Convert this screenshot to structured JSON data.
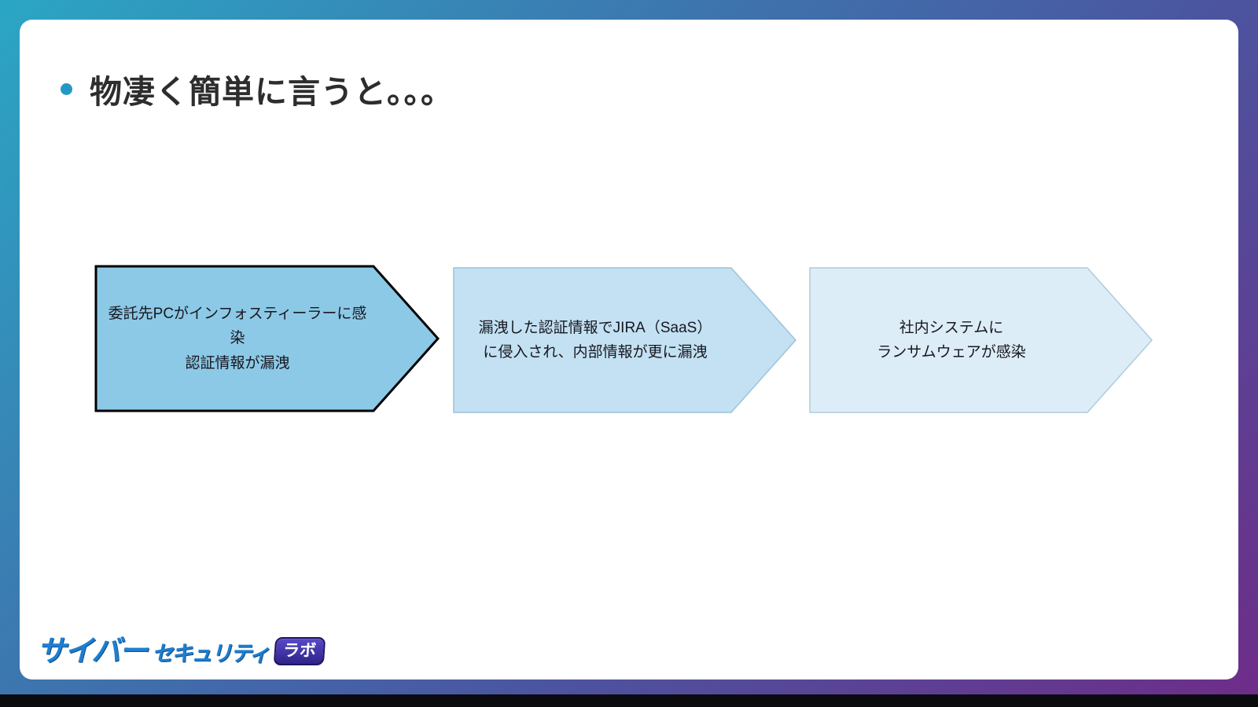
{
  "slide": {
    "title": "物凄く簡単に言うと。。。",
    "title_color": "#2d2d2d",
    "bullet_color": "#2498c4"
  },
  "steps": [
    {
      "line1": "委託先PCがインフォスティーラーに感染",
      "line2": "認証情報が漏洩",
      "fill": "#8CC9E6",
      "stroke": "#000000",
      "stroke_width": "3"
    },
    {
      "line1": "漏洩した認証情報でJIRA（SaaS）",
      "line2": "に侵入され、内部情報が更に漏洩",
      "fill": "#C3E1F2",
      "stroke": "#9CC3DA",
      "stroke_width": "1.5"
    },
    {
      "line1": "社内システムに",
      "line2": "ランサムウェアが感染",
      "fill": "#DDEDF7",
      "stroke": "#ADCBDE",
      "stroke_width": "1.5"
    }
  ],
  "logo": {
    "text_main": "サイバー",
    "text_sub": "セキュリティ",
    "badge": "ラボ",
    "text_color": "#1e7fd0",
    "badge_bg": "#2e2488"
  },
  "background": {
    "gradient_start": "#2ba6c4",
    "gradient_end": "#6e2c88"
  }
}
